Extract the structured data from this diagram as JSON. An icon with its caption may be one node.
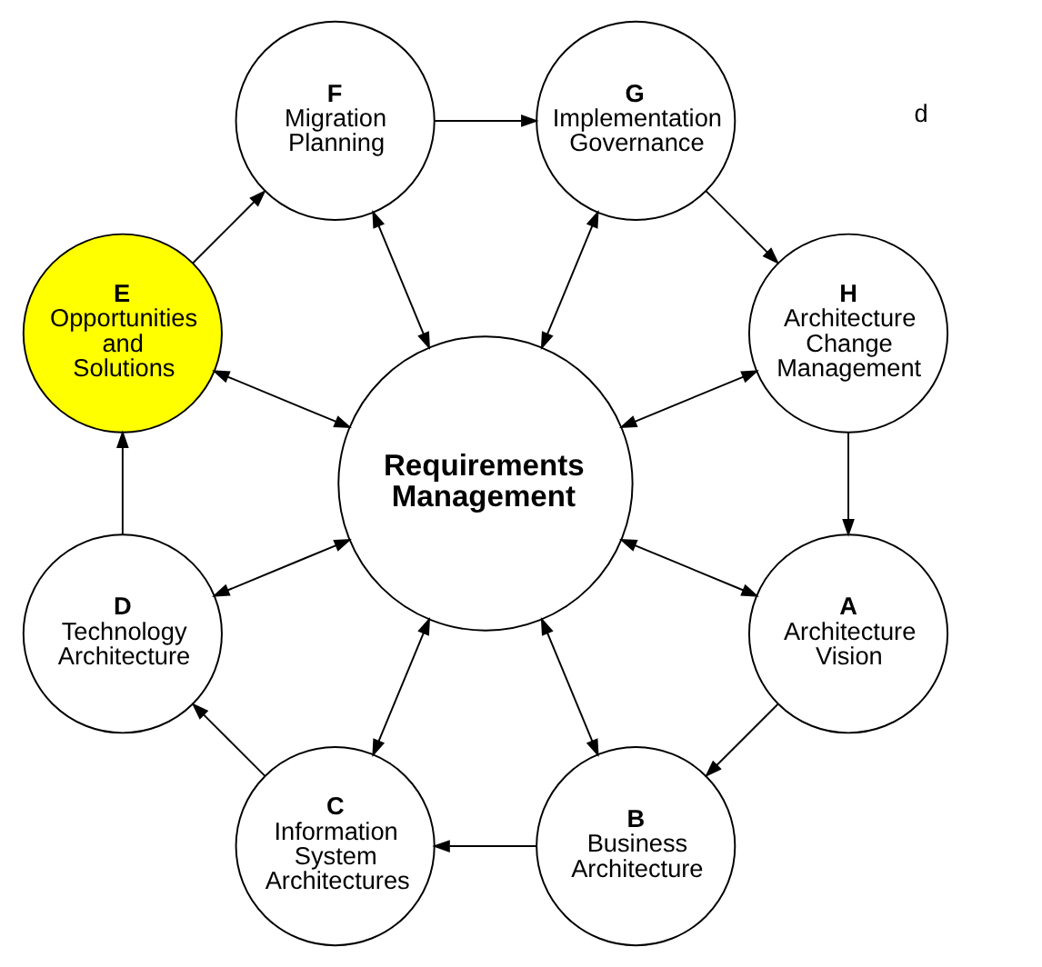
{
  "diagram": {
    "nodes": [
      {
        "text": [
          "A",
          "Architecture Vision"
        ]
      },
      {
        "text": [
          "B",
          "Business Architecture"
        ]
      },
      {
        "text": [
          "C",
          "Information System Architectures"
        ]
      },
      {
        "text": [
          "D",
          "Technology Architecture"
        ]
      },
      {
        "text": [
          "E",
          "Opportunities and Solutions"
        ]
      },
      {
        "text": [
          "F",
          "Migration Planning"
        ]
      },
      {
        "text": [
          "G",
          "Implementation Governance"
        ]
      },
      {
        "text": [
          "H",
          "Architecture Change Management"
        ]
      },
      {
        "text": [
          "Requirements Management"
        ]
      }
    ],
    "edges": [
      {
        "from": 0,
        "to": 1,
        "arrow": "to"
      },
      {
        "from": 1,
        "to": 2,
        "arrow": "to"
      },
      {
        "from": 2,
        "to": 3,
        "arrow": "to"
      },
      {
        "from": 3,
        "to": 4,
        "arrow": "to"
      },
      {
        "from": 4,
        "to": 5,
        "arrow": "to"
      },
      {
        "from": 5,
        "to": 6,
        "arrow": "to"
      },
      {
        "from": 6,
        "to": 7,
        "arrow": "to"
      },
      {
        "from": 7,
        "to": 0,
        "arrow": "to"
      },
      {
        "from": 8,
        "to": 0,
        "arrow": "both"
      },
      {
        "from": 8,
        "to": 1,
        "arrow": "both"
      },
      {
        "from": 8,
        "to": 2,
        "arrow": "both"
      },
      {
        "from": 8,
        "to": 3,
        "arrow": "both"
      },
      {
        "from": 8,
        "to": 4,
        "arrow": "both"
      },
      {
        "from": 8,
        "to": 5,
        "arrow": "both"
      },
      {
        "from": 8,
        "to": 6,
        "arrow": "both"
      },
      {
        "from": 8,
        "to": 7,
        "arrow": "both"
      }
    ],
    "labels": [
      "d"
    ]
  }
}
